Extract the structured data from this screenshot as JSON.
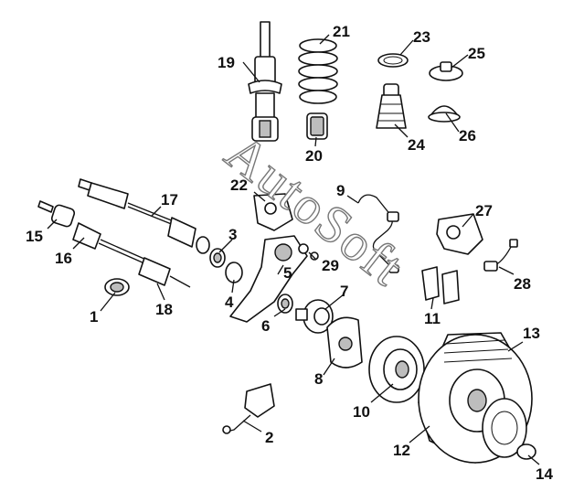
{
  "watermark": "AutoSoft",
  "callouts": [
    "1",
    "2",
    "3",
    "4",
    "5",
    "6",
    "7",
    "8",
    "9",
    "10",
    "11",
    "12",
    "13",
    "14",
    "15",
    "16",
    "17",
    "18",
    "19",
    "20",
    "21",
    "22",
    "23",
    "24",
    "25",
    "26",
    "27",
    "28",
    "29"
  ],
  "colors": {
    "line": "#111111",
    "background": "#ffffff",
    "watermark_outline": "#777777"
  }
}
